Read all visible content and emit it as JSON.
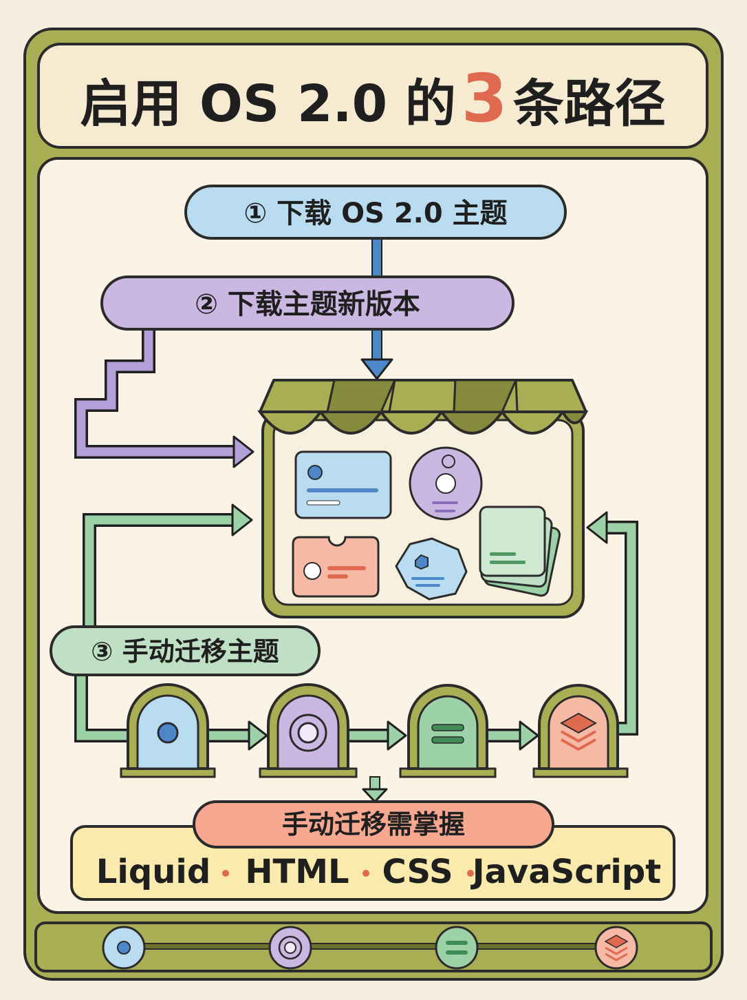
{
  "title": {
    "prefix": "启用 OS 2.0 的",
    "highlight": "3",
    "suffix": "条路径"
  },
  "paths": [
    {
      "label": "① 下载 OS 2.0 主题",
      "color": "#b9dcf0"
    },
    {
      "label": "② 下载主题新版本",
      "color": "#cbb8e2"
    },
    {
      "label": "③ 手动迁移主题",
      "color": "#bfe0c4"
    }
  ],
  "skills": {
    "label": "手动迁移需掌握",
    "items": [
      "Liquid",
      "HTML",
      "CSS",
      "JavaScript"
    ]
  },
  "icons": {
    "door_1": "dot-icon",
    "door_2": "target-icon",
    "door_3": "equals-icon",
    "door_4": "layers-icon"
  },
  "colors": {
    "frame": "#a9ad54",
    "frame_dark": "#7f8434",
    "background": "#f6efe0",
    "panel": "#fbf4e6",
    "blue": "#b9dcf0",
    "purple": "#cbb8e2",
    "green": "#bfe0c4",
    "coral": "#f6b9a6",
    "yellow": "#fbeaae",
    "accent": "#e06a4f"
  }
}
